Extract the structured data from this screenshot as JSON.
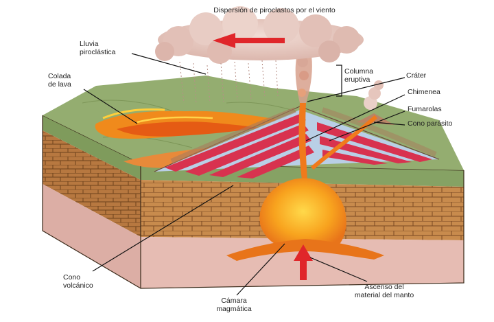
{
  "title": "Dispersión de piroclastos por el viento",
  "labels": {
    "lluvia": "Lluvia\npiroclástica",
    "colada": "Colada\nde lava",
    "columna": "Columna\neruptiva",
    "crater": "Cráter",
    "chimenea": "Chimenea",
    "fumarolas": "Fumarolas",
    "cono_parasito": "Cono parásito",
    "cono_volcanico": "Cono\nvolcánico",
    "camara": "Cámara\nmagmática",
    "ascenso": "Ascenso del\nmaterial del manto"
  },
  "colors": {
    "lava": "#f08a1c",
    "magma": "#f7a21e",
    "arrow": "#e0262a",
    "surface": "#8faa6e",
    "strata_red": "#d8324f",
    "strata_blue": "#b9cfe6",
    "brick": "#c78a4c",
    "mantle": "#e4b7ae"
  }
}
